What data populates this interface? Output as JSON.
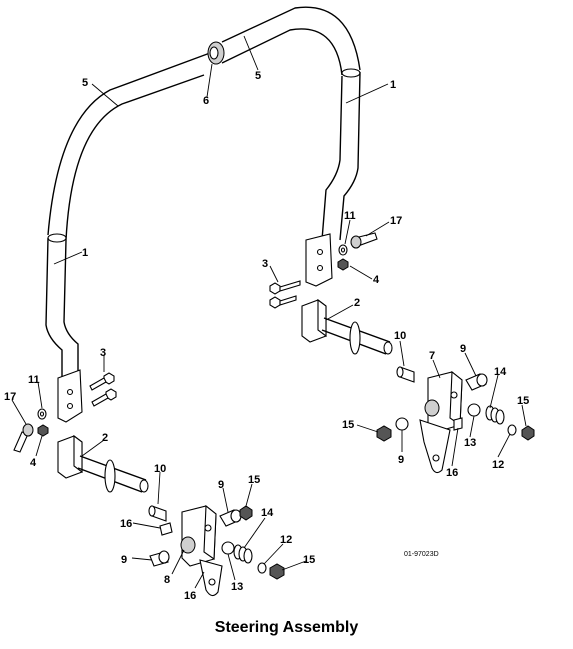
{
  "diagram": {
    "caption": "Steering Assembly",
    "reference_code": "01-97023D",
    "callouts": [
      {
        "label": "5"
      },
      {
        "label": "6"
      },
      {
        "label": "5"
      },
      {
        "label": "1"
      },
      {
        "label": "1"
      },
      {
        "label": "11"
      },
      {
        "label": "17"
      },
      {
        "label": "3"
      },
      {
        "label": "4"
      },
      {
        "label": "2"
      },
      {
        "label": "10"
      },
      {
        "label": "7"
      },
      {
        "label": "9"
      },
      {
        "label": "14"
      },
      {
        "label": "15"
      },
      {
        "label": "15"
      },
      {
        "label": "9"
      },
      {
        "label": "13"
      },
      {
        "label": "16"
      },
      {
        "label": "12"
      },
      {
        "label": "3"
      },
      {
        "label": "11"
      },
      {
        "label": "17"
      },
      {
        "label": "4"
      },
      {
        "label": "2"
      },
      {
        "label": "10"
      },
      {
        "label": "15"
      },
      {
        "label": "9"
      },
      {
        "label": "16"
      },
      {
        "label": "14"
      },
      {
        "label": "9"
      },
      {
        "label": "12"
      },
      {
        "label": "8"
      },
      {
        "label": "13"
      },
      {
        "label": "15"
      },
      {
        "label": "16"
      }
    ]
  }
}
